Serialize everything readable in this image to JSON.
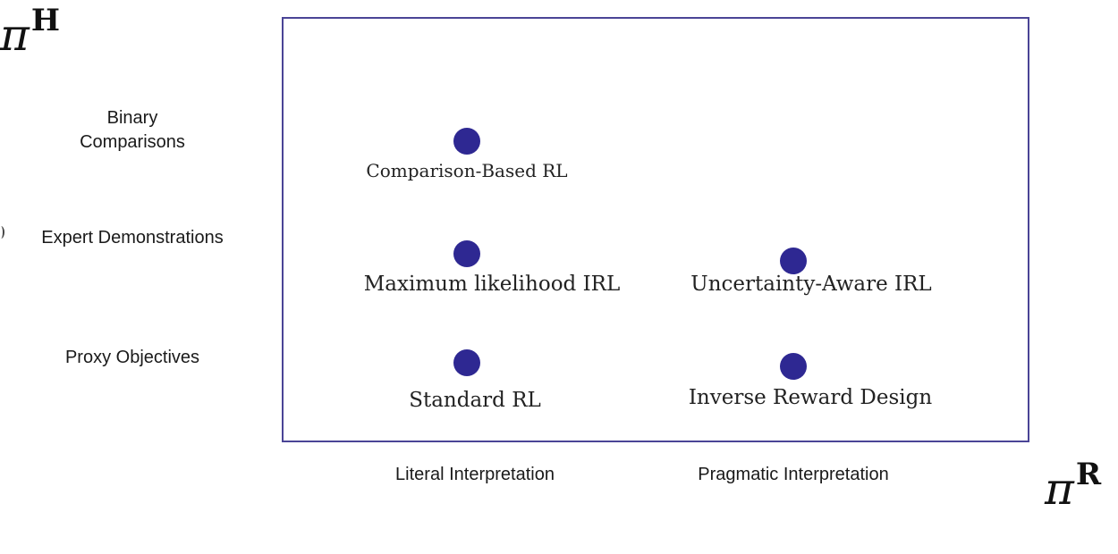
{
  "axes": {
    "y_symbol": {
      "base": "π",
      "sup": "H"
    },
    "x_symbol": {
      "base": "π",
      "sup": "R"
    }
  },
  "rows": [
    {
      "label": "Binary\nComparisons"
    },
    {
      "label": "Expert Demonstrations"
    },
    {
      "label": "Proxy Objectives"
    }
  ],
  "columns": [
    {
      "label": "Literal Interpretation"
    },
    {
      "label": "Pragmatic Interpretation"
    }
  ],
  "methods": [
    {
      "label": "Comparison-Based RL",
      "row": "Binary Comparisons",
      "column": "Literal Interpretation"
    },
    {
      "label": "Maximum likelihood IRL",
      "row": "Expert Demonstrations",
      "column": "Literal Interpretation"
    },
    {
      "label": "Uncertainty-Aware IRL",
      "row": "Expert Demonstrations",
      "column": "Pragmatic Interpretation"
    },
    {
      "label": "Standard RL",
      "row": "Proxy Objectives",
      "column": "Literal Interpretation"
    },
    {
      "label": "Inverse Reward Design",
      "row": "Proxy Objectives",
      "column": "Pragmatic Interpretation"
    }
  ],
  "colors": {
    "dot": "#2e2892",
    "frame": "#4a4496"
  }
}
